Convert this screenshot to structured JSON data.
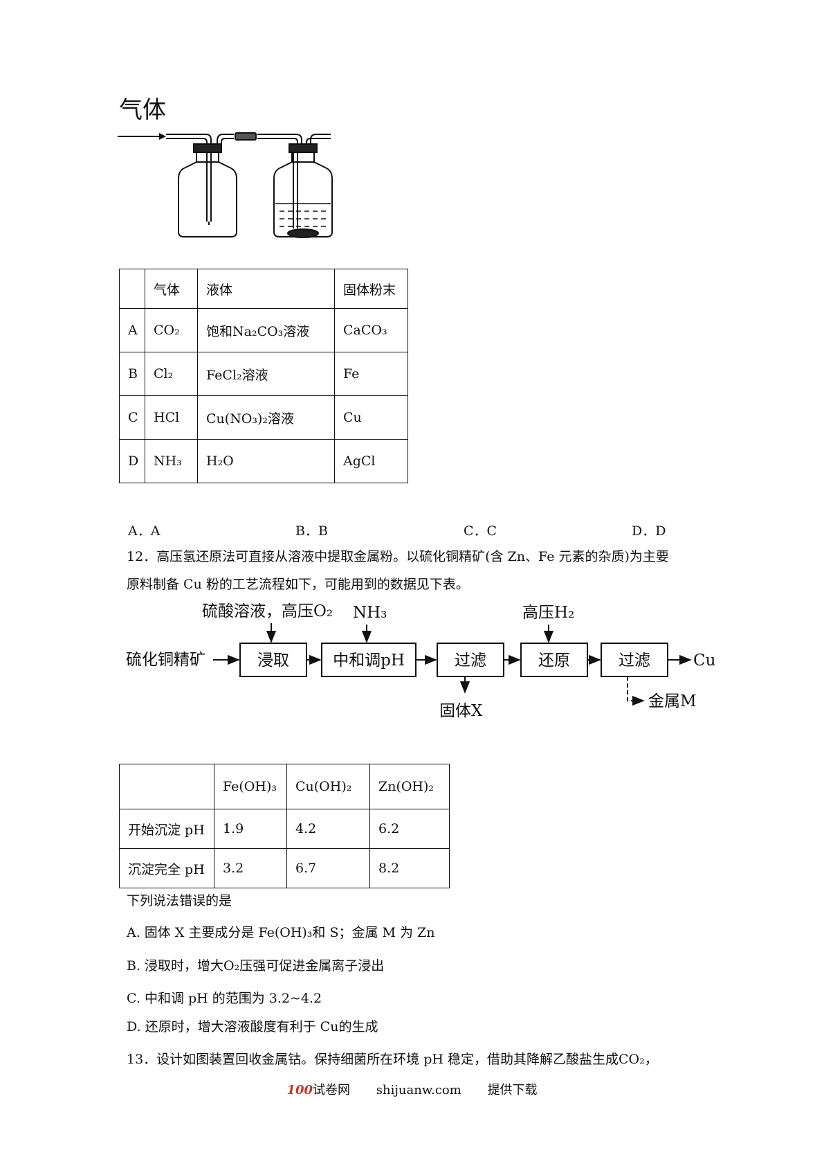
{
  "apparatus": {
    "label_gas": "气体"
  },
  "table1": {
    "headers": [
      "",
      "气体",
      "液体",
      "固体粉末"
    ],
    "rows": [
      {
        "opt": "A",
        "gas": "CO₂",
        "liquid": "饱和Na₂CO₃溶液",
        "solid": "CaCO₃"
      },
      {
        "opt": "B",
        "gas": "Cl₂",
        "liquid": "FeCl₂溶液",
        "solid": "Fe"
      },
      {
        "opt": "C",
        "gas": "HCl",
        "liquid": "Cu(NO₃)₂溶液",
        "solid": "Cu"
      },
      {
        "opt": "D",
        "gas": "NH₃",
        "liquid": "H₂O",
        "solid": "AgCl"
      }
    ]
  },
  "q11_options": [
    "A．A",
    "B．B",
    "C．C",
    "D．D"
  ],
  "q12": {
    "stem_line1": "12．高压氢还原法可直接从溶液中提取金属粉。以硫化铜精矿(含 Zn、Fe 元素的杂质)为主要",
    "stem_line2": "原料制备 Cu 粉的工艺流程如下，可能用到的数据见下表。",
    "flow": {
      "start": "硫化铜精矿",
      "reagent1": "硫酸溶液，高压O₂",
      "reagent2": "NH₃",
      "reagent3": "高压H₂",
      "box1": "浸取",
      "box2": "中和调pH",
      "box3": "过滤",
      "box4": "还原",
      "box5": "过滤",
      "product": "Cu",
      "byproduct1": "固体X",
      "byproduct2": "金属M"
    },
    "table2": {
      "headers": [
        "",
        "Fe(OH)₃",
        "Cu(OH)₂",
        "Zn(OH)₂"
      ],
      "rows": [
        {
          "label": "开始沉淀 pH",
          "v1": "1.9",
          "v2": "4.2",
          "v3": "6.2"
        },
        {
          "label": "沉淀完全 pH",
          "v1": "3.2",
          "v2": "6.7",
          "v3": "8.2"
        }
      ]
    },
    "question": "下列说法错误的是",
    "options": [
      "A. 固体 X 主要成分是 Fe(OH)₃和 S；金属 M 为 Zn",
      "B. 浸取时，增大O₂压强可促进金属离子浸出",
      "C. 中和调 pH 的范围为 3.2~4.2",
      "D. 还原时，增大溶液酸度有利于 Cu的生成"
    ]
  },
  "q13": {
    "stem_line1": "13．设计如图装置回收金属钴。保持细菌所在环境 pH 稳定，借助其降解乙酸盐生成CO₂，"
  },
  "footer": {
    "logo": "100",
    "site_cn": "试卷网",
    "site_url": "shijuanw.com",
    "note": "提供下载"
  }
}
